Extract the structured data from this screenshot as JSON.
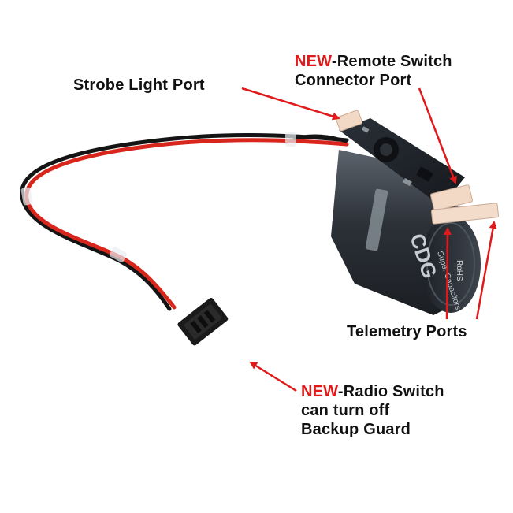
{
  "colors": {
    "background": "#ffffff",
    "label_text": "#111111",
    "new_highlight": "#e01a1a",
    "arrow": "#e01a1a",
    "wire_red": "#d8261c",
    "wire_black": "#141414",
    "capacitor_body": "#2c3138",
    "connector": "#f2d9c6"
  },
  "labels": {
    "remote_switch": {
      "new_word": "NEW",
      "line1_rest": "-Remote Switch",
      "line2": "Connector Port"
    },
    "strobe_light": {
      "text": "Strobe Light Port"
    },
    "telemetry": {
      "text": "Telemetry Ports"
    },
    "radio_switch": {
      "new_word": "NEW",
      "line1_rest": "-Radio Switch",
      "line2": "can turn off",
      "line3": "Backup Guard"
    }
  },
  "product_print": {
    "brand": "CDG",
    "caption": "Super Capacitors",
    "rohs": "RoHS"
  },
  "icons": {
    "arrow": "arrow-icon"
  }
}
